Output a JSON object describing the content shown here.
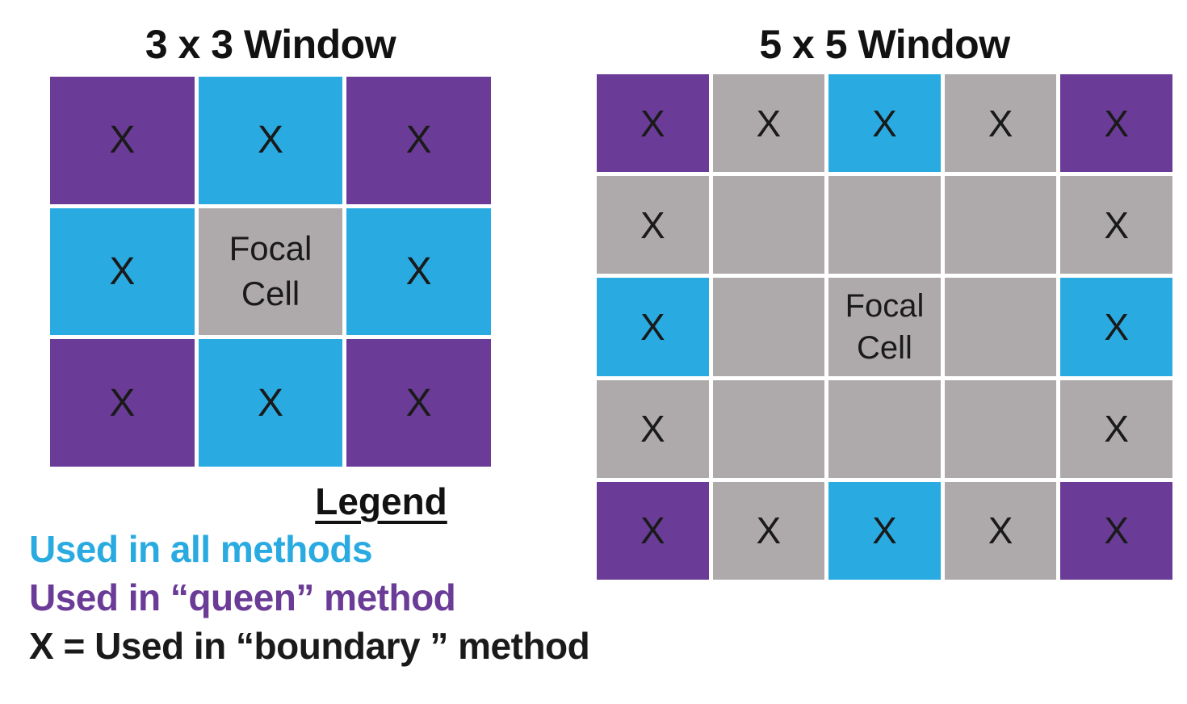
{
  "colors": {
    "blue": "#29ABE2",
    "purple": "#6B3C97",
    "gray": "#AEAAAB",
    "black": "#1A1A1A"
  },
  "windows": [
    {
      "id": "3x3",
      "title": "3 x 3 Window",
      "rows": 3,
      "cols": 3,
      "cells": [
        {
          "color": "purple",
          "mark": "X"
        },
        {
          "color": "blue",
          "mark": "X"
        },
        {
          "color": "purple",
          "mark": "X"
        },
        {
          "color": "blue",
          "mark": "X"
        },
        {
          "color": "gray",
          "mark": "Focal\nCell",
          "focal": true
        },
        {
          "color": "blue",
          "mark": "X"
        },
        {
          "color": "purple",
          "mark": "X"
        },
        {
          "color": "blue",
          "mark": "X"
        },
        {
          "color": "purple",
          "mark": "X"
        }
      ]
    },
    {
      "id": "5x5",
      "title": "5 x 5 Window",
      "rows": 5,
      "cols": 5,
      "cells": [
        {
          "color": "purple",
          "mark": "X"
        },
        {
          "color": "gray",
          "mark": "X"
        },
        {
          "color": "blue",
          "mark": "X"
        },
        {
          "color": "gray",
          "mark": "X"
        },
        {
          "color": "purple",
          "mark": "X"
        },
        {
          "color": "gray",
          "mark": "X"
        },
        {
          "color": "gray",
          "mark": ""
        },
        {
          "color": "gray",
          "mark": ""
        },
        {
          "color": "gray",
          "mark": ""
        },
        {
          "color": "gray",
          "mark": "X"
        },
        {
          "color": "blue",
          "mark": "X"
        },
        {
          "color": "gray",
          "mark": ""
        },
        {
          "color": "gray",
          "mark": "Focal\nCell",
          "focal": true
        },
        {
          "color": "gray",
          "mark": ""
        },
        {
          "color": "blue",
          "mark": "X"
        },
        {
          "color": "gray",
          "mark": "X"
        },
        {
          "color": "gray",
          "mark": ""
        },
        {
          "color": "gray",
          "mark": ""
        },
        {
          "color": "gray",
          "mark": ""
        },
        {
          "color": "gray",
          "mark": "X"
        },
        {
          "color": "purple",
          "mark": "X"
        },
        {
          "color": "gray",
          "mark": "X"
        },
        {
          "color": "blue",
          "mark": "X"
        },
        {
          "color": "gray",
          "mark": "X"
        },
        {
          "color": "purple",
          "mark": "X"
        }
      ]
    }
  ],
  "legend": {
    "title": "Legend",
    "entries": [
      {
        "label": "Used in all methods",
        "color": "blue"
      },
      {
        "label": "Used in “queen” method",
        "color": "purple"
      },
      {
        "label": "X = Used in “boundary ” method",
        "color": "black"
      }
    ]
  }
}
